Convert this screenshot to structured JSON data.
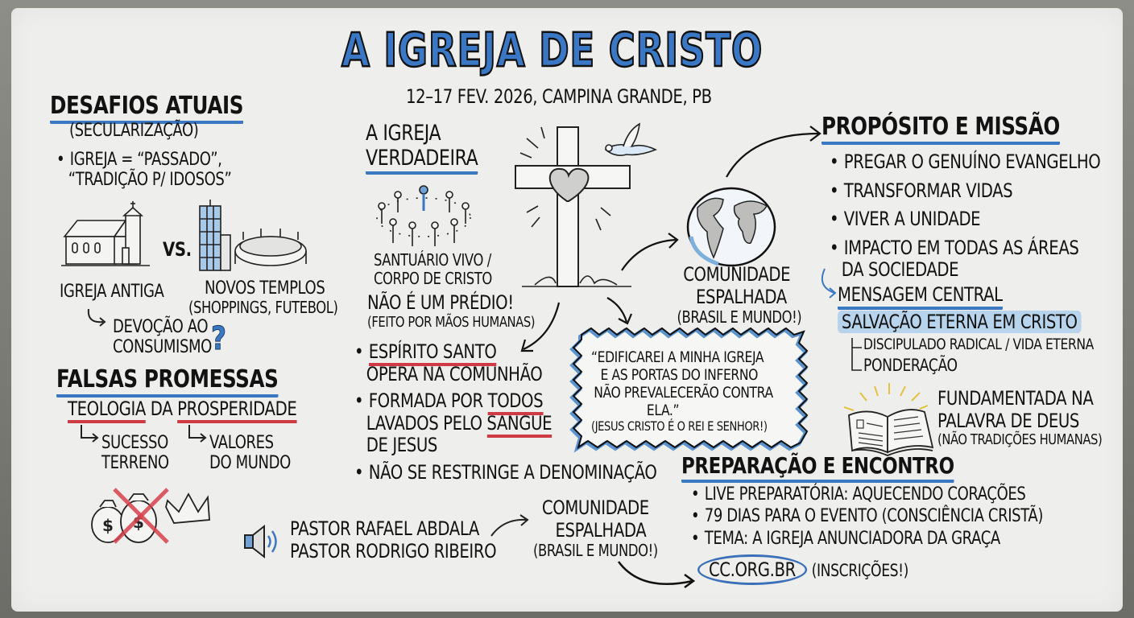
{
  "header": {
    "title": "A IGREJA DE CRISTO",
    "subtitle": "12–17 FEV. 2026, CAMPINA GRANDE, PB"
  },
  "desafios": {
    "heading": "DESAFIOS ATUAIS",
    "subheading": "(SECULARIZAÇÃO)",
    "bullet_line1": "IGREJA = “PASSADO”,",
    "bullet_line2": "“TRADIÇÃO P/ IDOSOS”",
    "vs": "VS.",
    "left_caption": "IGREJA ANTIGA",
    "right_caption": "NOVOS TEMPLOS",
    "right_sub": "(SHOPPINGS, FUTEBOL)",
    "arrow_line1": "DEVOÇÃO AO",
    "arrow_line2": "CONSUMISMO",
    "question": "?"
  },
  "falsas": {
    "heading": "FALSAS PROMESSAS",
    "word1": "TEOLOGIA",
    "word_mid": "DA",
    "word2": "PROSPERIDADE",
    "branch1_line1": "SUCESSO",
    "branch1_line2": "TERRENO",
    "branch2_line1": "VALORES",
    "branch2_line2": "DO MUNDO"
  },
  "verdadeira": {
    "heading_line1": "A IGREJA",
    "heading_line2": "VERDADEIRA",
    "caption_line1": "SANTUÁRIO VIVO /",
    "caption_line2": "CORPO DE CRISTO",
    "not_building": "NÃO É UM PRÉDIO!",
    "not_building_sub": "(FEITO POR MÃOS HUMANAS)",
    "bullets": [
      {
        "pre": "",
        "u1": "ESPÍRITO SANTO",
        "line2": "OPERA NA COMUNHÃO"
      },
      {
        "pre": "FORMADA POR ",
        "u1": "TODOS",
        "line2_pre": "LAVADOS PELO ",
        "u2": "SANGUE",
        "line3": "DE JESUS"
      },
      {
        "text": "NÃO SE RESTRINGE A DENOMINAÇÃO"
      }
    ]
  },
  "quote": {
    "line1": "“EDIFICAREI A MINHA IGREJA",
    "line2": "E AS PORTAS DO INFERNO",
    "line3": "NÃO PREVALECERÃO CONTRA",
    "line4": "ELA.”",
    "line5": "(JESUS CRISTO É O REI E SENHOR!)"
  },
  "comunidade_top": {
    "line1": "COMUNIDADE",
    "line2": "ESPALHADA",
    "line3": "(BRASIL E MUNDO!)"
  },
  "proposito": {
    "heading": "PROPÓSITO E MISSÃO",
    "bullets": [
      "PREGAR O GENUÍNO EVANGELHO",
      "TRANSFORMAR VIDAS",
      "VIVER A UNIDADE",
      "IMPACTO EM TODAS AS ÁREAS"
    ],
    "bullet4_cont": "DA SOCIEDADE",
    "mensagem_heading": "MENSAGEM CENTRAL",
    "mensagem_highlight": "SALVAÇÃO ETERNA EM CRISTO",
    "sub1": "DISCIPULADO RADICAL / VIDA ETERNA",
    "sub2": "PONDERAÇÃO",
    "bible_line1": "FUNDAMENTADA NA",
    "bible_line2": "PALAVRA DE DEUS",
    "bible_line3": "(NÃO TRADIÇÕES HUMANAS)"
  },
  "pastores": {
    "line1": "PASTOR RAFAEL ABDALA",
    "line2": "PASTOR RODRIGO RIBEIRO"
  },
  "comunidade_bottom": {
    "line1": "COMUNIDADE",
    "line2": "ESPALHADA",
    "line3": "(BRASIL E MUNDO!)"
  },
  "preparacao": {
    "heading": "PREPARAÇÃO E ENCONTRO",
    "bullets": [
      "LIVE PREPARATÓRIA: AQUECENDO CORAÇÕES",
      "79 DIAS PARA O EVENTO (CONSCIÊNCIA CRISTÃ)",
      "TEMA: A IGREJA ANUNCIADORA DA GRAÇA"
    ],
    "link": "CC.ORG.BR",
    "link_note": "(INSCRIÇÕES!)"
  },
  "colors": {
    "accent_blue": "#3b78c2",
    "accent_red": "#cf3b45",
    "ink": "#121212",
    "board": "#eeeeec"
  }
}
